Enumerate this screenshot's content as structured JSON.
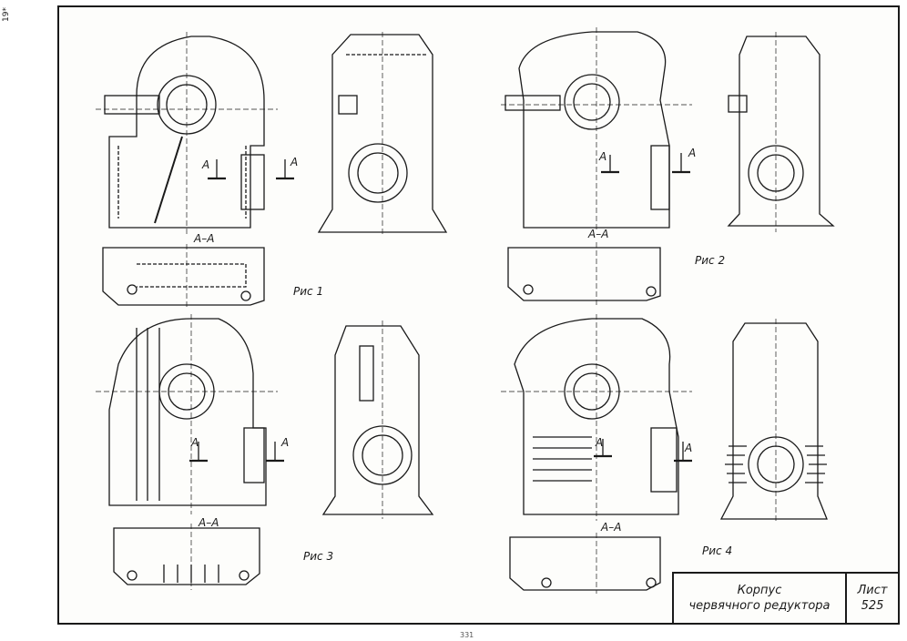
{
  "margin_note": "19*",
  "page_number": "331",
  "figures": [
    {
      "caption": "Рис 1",
      "section": "А–А",
      "cut_mark": "А"
    },
    {
      "caption": "Рис 2",
      "section": "А–А",
      "cut_mark": "А"
    },
    {
      "caption": "Рис 3",
      "section": "А–А",
      "cut_mark": "А"
    },
    {
      "caption": "Рис 4",
      "section": "А–А",
      "cut_mark": "А"
    }
  ],
  "title_block": {
    "name_line1": "Корпус",
    "name_line2": "червячного редуктора",
    "sheet_label": "Лист",
    "sheet_number": "525"
  }
}
